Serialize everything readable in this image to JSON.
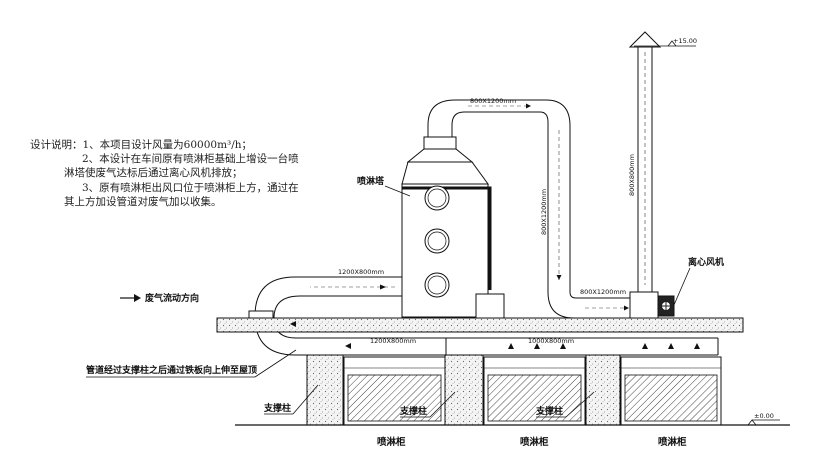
{
  "notes": {
    "line1": "设计说明：1、本项目设计风量为60000m³/h；",
    "line2": "2、本设计在车间原有喷淋柜基础上增设一台喷",
    "line3": "淋塔使废气达标后通过离心风机排放；",
    "line4": "3、原有喷淋柜出风口位于喷淋柜上方，通过在",
    "line5": "其上方加设管道对废气加以收集。"
  },
  "legend": {
    "arrow_label": "废气流动方向"
  },
  "labels": {
    "tower": "喷淋塔",
    "fan": "离心风机",
    "pipe_note": "管道经过支撑柱之后通过铁板向上伸至屋顶",
    "support_1": "支撑柱",
    "support_2": "支撑柱",
    "support_3": "支撑柱",
    "cabinet_1": "喷淋柜",
    "cabinet_2": "喷淋柜",
    "cabinet_3": "喷淋柜"
  },
  "dims": {
    "top_duct": "800X1200mm",
    "riser": "800X1200mm",
    "stack": "800X800mm",
    "fan_duct": "800X1200mm",
    "left_duct": "1200X800mm",
    "under_left": "1200X800mm",
    "under_right": "1000X800mm"
  },
  "elevations": {
    "top": "+15.00",
    "ground": "±0.00"
  }
}
